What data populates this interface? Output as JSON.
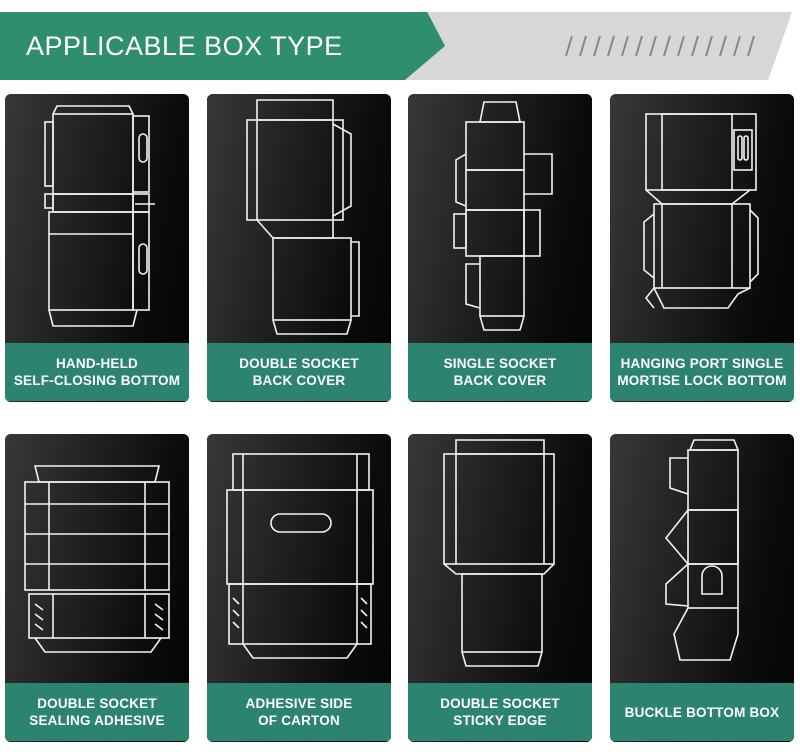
{
  "header": {
    "title": "APPLICABLE BOX TYPE"
  },
  "colors": {
    "accent_green": "#2f8e6d",
    "label_teal": "#2c8470",
    "banner_gray": "#d7d7d7",
    "card_dark": "#0c0c0c"
  },
  "boxes": [
    {
      "line1": "HAND-HELD",
      "line2": "SELF-CLOSING BOTTOM"
    },
    {
      "line1": "DOUBLE SOCKET",
      "line2": "BACK COVER"
    },
    {
      "line1": "SINGLE SOCKET",
      "line2": "BACK COVER"
    },
    {
      "line1": "HANGING PORT SINGLE",
      "line2": "MORTISE LOCK BOTTOM"
    },
    {
      "line1": "DOUBLE SOCKET",
      "line2": "SEALING ADHESIVE"
    },
    {
      "line1": "ADHESIVE SIDE",
      "line2": "OF CARTON"
    },
    {
      "line1": "DOUBLE SOCKET",
      "line2": "STICKY EDGE"
    },
    {
      "line1": "BUCKLE BOTTOM BOX",
      "line2": ""
    }
  ]
}
